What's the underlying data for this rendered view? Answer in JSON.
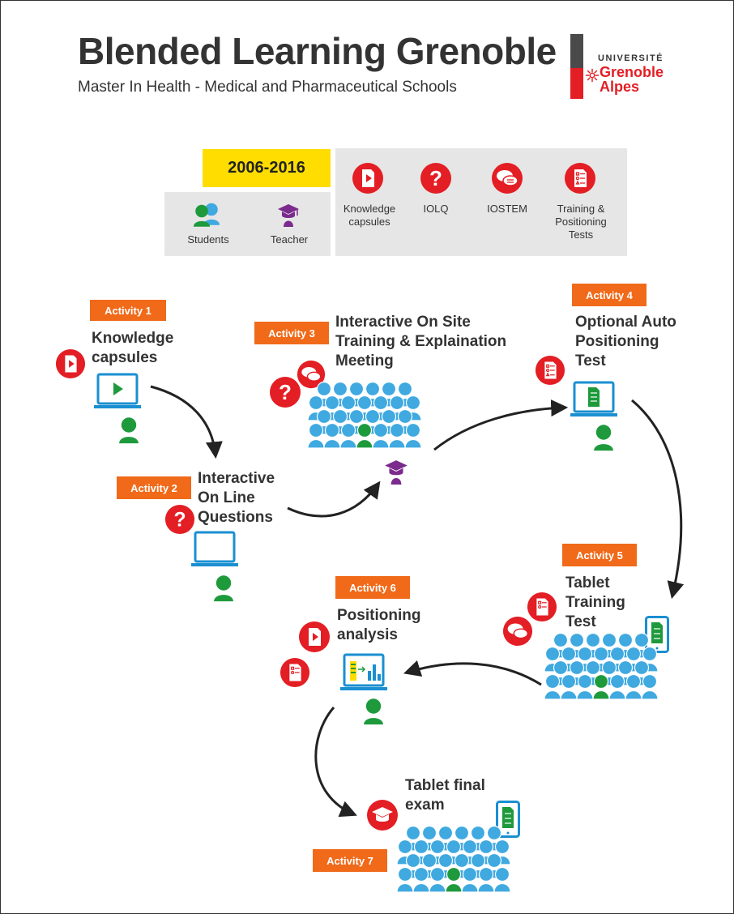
{
  "header": {
    "title": "Blended Learning Grenoble",
    "subtitle": "Master In Health - Medical and Pharmaceutical Schools",
    "logo": {
      "line1": "UNIVERSITÉ",
      "line2": "Grenoble",
      "line3": "Alpes"
    }
  },
  "legend": {
    "period": "2006-2016",
    "actors": [
      {
        "label": "Students",
        "icon": "students-icon"
      },
      {
        "label": "Teacher",
        "icon": "teacher-icon"
      }
    ],
    "tools": [
      {
        "label": "Knowledge capsules",
        "icon": "video-doc-icon"
      },
      {
        "label": "IOLQ",
        "icon": "question-icon"
      },
      {
        "label": "IOSTEM",
        "icon": "chat-icon"
      },
      {
        "label": "Training & Positioning Tests",
        "icon": "test-doc-icon"
      }
    ]
  },
  "activities": [
    {
      "badge": "Activity 1",
      "title": "Knowledge capsules"
    },
    {
      "badge": "Activity 2",
      "title": "Interactive On Line Questions"
    },
    {
      "badge": "Activity 3",
      "title": "Interactive On Site Training & Explaination Meeting"
    },
    {
      "badge": "Activity 4",
      "title": "Optional Auto Positioning Test"
    },
    {
      "badge": "Activity 5",
      "title": "Tablet Training Test"
    },
    {
      "badge": "Activity 6",
      "title": "Positioning analysis"
    },
    {
      "badge": "Activity 7",
      "title": "Tablet final exam"
    }
  ],
  "colors": {
    "accent_red": "#e31e24",
    "activity_orange": "#f06a1a",
    "period_yellow": "#ffdd00",
    "student_green": "#1e9a3c",
    "crowd_blue": "#3fa9e0",
    "teacher_purple": "#7b2a8e",
    "arrow": "#222222"
  }
}
